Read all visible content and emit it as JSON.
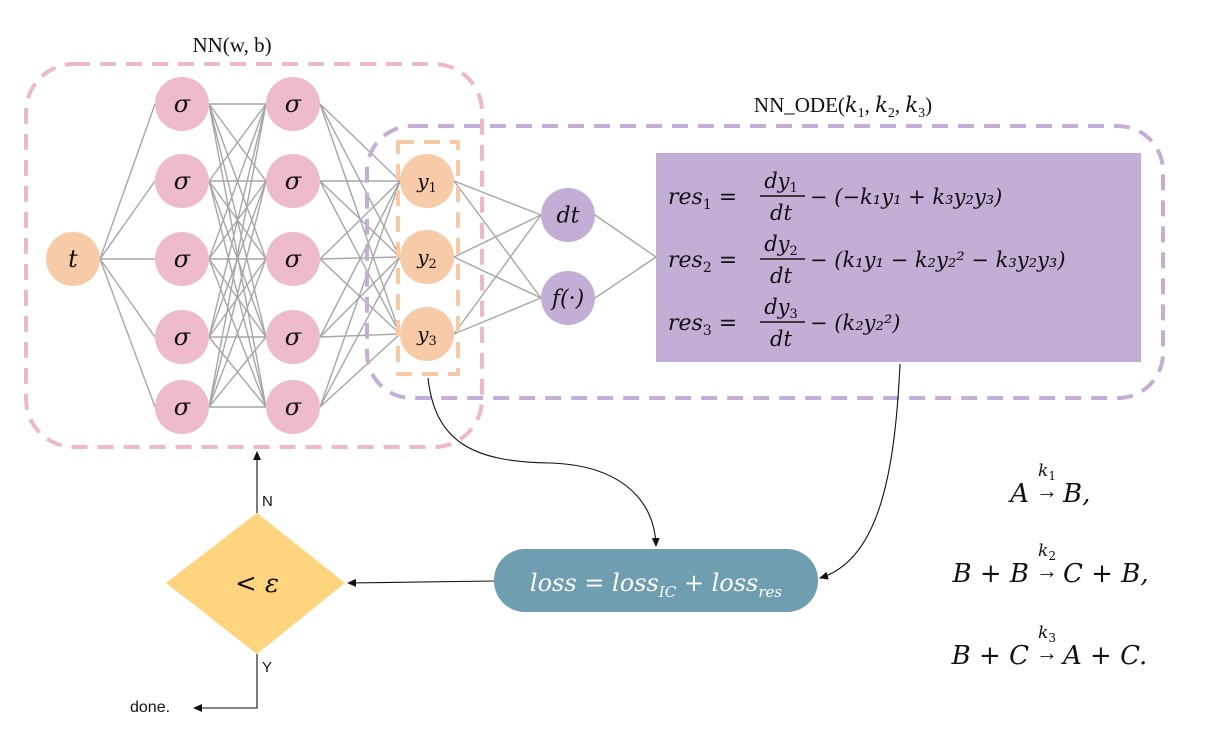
{
  "colors": {
    "nn_border": "#eeb8cc",
    "ode_border": "#c4aed6",
    "sigma_node": "#eebace",
    "io_node": "#f7caa8",
    "ode_node": "#c3aed6",
    "residual_box": "#c3aed6",
    "loss_box": "#6f9eb0",
    "decision": "#ffd47f",
    "output_group_border": "#f7c9a5",
    "edge": "#a6a6a6"
  },
  "nn_block": {
    "label": "NN(w, b)",
    "input_node": "t",
    "hidden_layers": [
      [
        "σ",
        "σ",
        "σ",
        "σ",
        "σ"
      ],
      [
        "σ",
        "σ",
        "σ",
        "σ",
        "σ"
      ]
    ],
    "output_nodes": [
      {
        "base": "y",
        "sub": "1"
      },
      {
        "base": "y",
        "sub": "2"
      },
      {
        "base": "y",
        "sub": "3"
      }
    ]
  },
  "ode_block": {
    "label_base": "NN_ODE(",
    "label_args": [
      {
        "base": "k",
        "sub": "1"
      },
      {
        "base": "k",
        "sub": "2"
      },
      {
        "base": "k",
        "sub": "3"
      }
    ],
    "label_close": ")",
    "operator_nodes": [
      "dt",
      "f(·)"
    ],
    "residuals": [
      {
        "lhs": "res",
        "sub": "1",
        "num": "dy",
        "num_sub": "1",
        "den": "dt",
        "rhs": "− (−k₁y₁ + k₃y₂y₃)"
      },
      {
        "lhs": "res",
        "sub": "2",
        "num": "dy",
        "num_sub": "2",
        "den": "dt",
        "rhs": "− (k₁y₁ − k₂y₂² − k₃y₂y₃)"
      },
      {
        "lhs": "res",
        "sub": "3",
        "num": "dy",
        "num_sub": "3",
        "den": "dt",
        "rhs": "− (k₂y₂²)"
      }
    ]
  },
  "loss_box": {
    "text_main": "loss = loss",
    "sub_ic": "IC",
    "plus": " + loss",
    "sub_res": "res"
  },
  "decision": {
    "label": "< ε",
    "no_label": "N",
    "yes_label": "Y",
    "done_label": "done."
  },
  "reactions": [
    {
      "left": "A",
      "rate": "k",
      "rate_sub": "1",
      "right": "B,"
    },
    {
      "left": "B + B",
      "rate": "k",
      "rate_sub": "2",
      "right": "C + B,"
    },
    {
      "left": "B + C",
      "rate": "k",
      "rate_sub": "3",
      "right": "A + C."
    }
  ]
}
